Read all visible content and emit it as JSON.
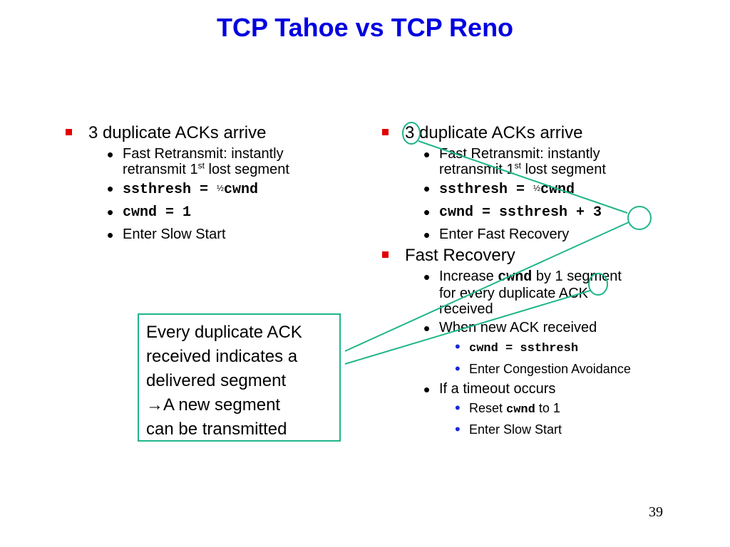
{
  "title": "TCP Tahoe vs TCP Reno",
  "left": {
    "heading": "3 duplicate ACKs arrive",
    "fast_retransmit_a": "Fast Retransmit: instantly",
    "fast_retransmit_b": "retransmit 1",
    "fast_retransmit_sup": "st",
    "fast_retransmit_c": " lost segment",
    "ssthresh_a": "ssthresh = ",
    "ssthresh_half": "½",
    "ssthresh_b": "cwnd",
    "cwnd": "cwnd = 1",
    "slow_start": "Enter Slow Start"
  },
  "right": {
    "heading_num": "3",
    "heading_rest": " duplicate ACKs arrive",
    "fast_retransmit_a": "Fast Retransmit: instantly",
    "fast_retransmit_b": "retransmit 1",
    "fast_retransmit_sup": "st",
    "fast_retransmit_c": " lost segment",
    "ssthresh_a": "ssthresh = ",
    "ssthresh_half": "½",
    "ssthresh_b": "cwnd",
    "cwnd_a": "cwnd = ssthresh + ",
    "cwnd_num": "3",
    "fast_recovery_enter": "Enter Fast Recovery",
    "fast_recovery": "Fast Recovery",
    "increase_a": "Increase ",
    "increase_cwnd": "cwnd",
    "increase_by": " by ",
    "increase_num": "1",
    "increase_b": " segment",
    "increase_c": "for every duplicate ACK",
    "increase_d": "received",
    "new_ack": "When new ACK received",
    "new_ack_cwnd": "cwnd = ssthresh",
    "new_ack_ca": "Enter Congestion Avoidance",
    "timeout": "If a timeout occurs",
    "timeout_reset_a": "Reset ",
    "timeout_reset_cwnd": "cwnd",
    "timeout_reset_b": " to 1",
    "timeout_slow_start": "Enter Slow Start"
  },
  "callout": {
    "line1": "Every duplicate ACK",
    "line2": "received indicates a",
    "line3": "delivered segment",
    "arrow": "→",
    "line4": "A new segment",
    "line5": "can be transmitted"
  },
  "page_number": "39",
  "colors": {
    "title": "#0000e0",
    "bullet_square": "#e00000",
    "sub_dot": "#1a2ad8",
    "annotation": "#1fb58a"
  }
}
